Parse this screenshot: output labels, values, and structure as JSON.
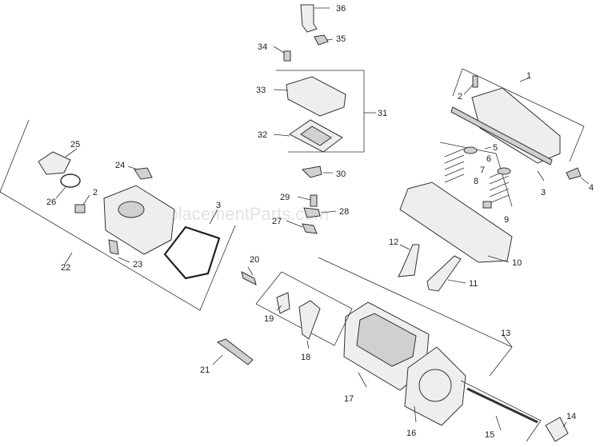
{
  "watermark": "eReplacementParts.com",
  "callouts": {
    "n1": "1",
    "n2a": "2",
    "n2b": "2",
    "n3a": "3",
    "n3b": "3",
    "n4": "4",
    "n5": "5",
    "n6": "6",
    "n7": "7",
    "n8": "8",
    "n9": "9",
    "n10": "10",
    "n11": "11",
    "n12": "12",
    "n13": "13",
    "n14": "14",
    "n15": "15",
    "n16": "16",
    "n17": "17",
    "n18": "18",
    "n19": "19",
    "n20": "20",
    "n21": "21",
    "n22": "22",
    "n23": "23",
    "n24": "24",
    "n25": "25",
    "n26": "26",
    "n27": "27",
    "n28": "28",
    "n29": "29",
    "n30": "30",
    "n31": "31",
    "n32": "32",
    "n33": "33",
    "n34": "34",
    "n35": "35",
    "n36": "36"
  }
}
